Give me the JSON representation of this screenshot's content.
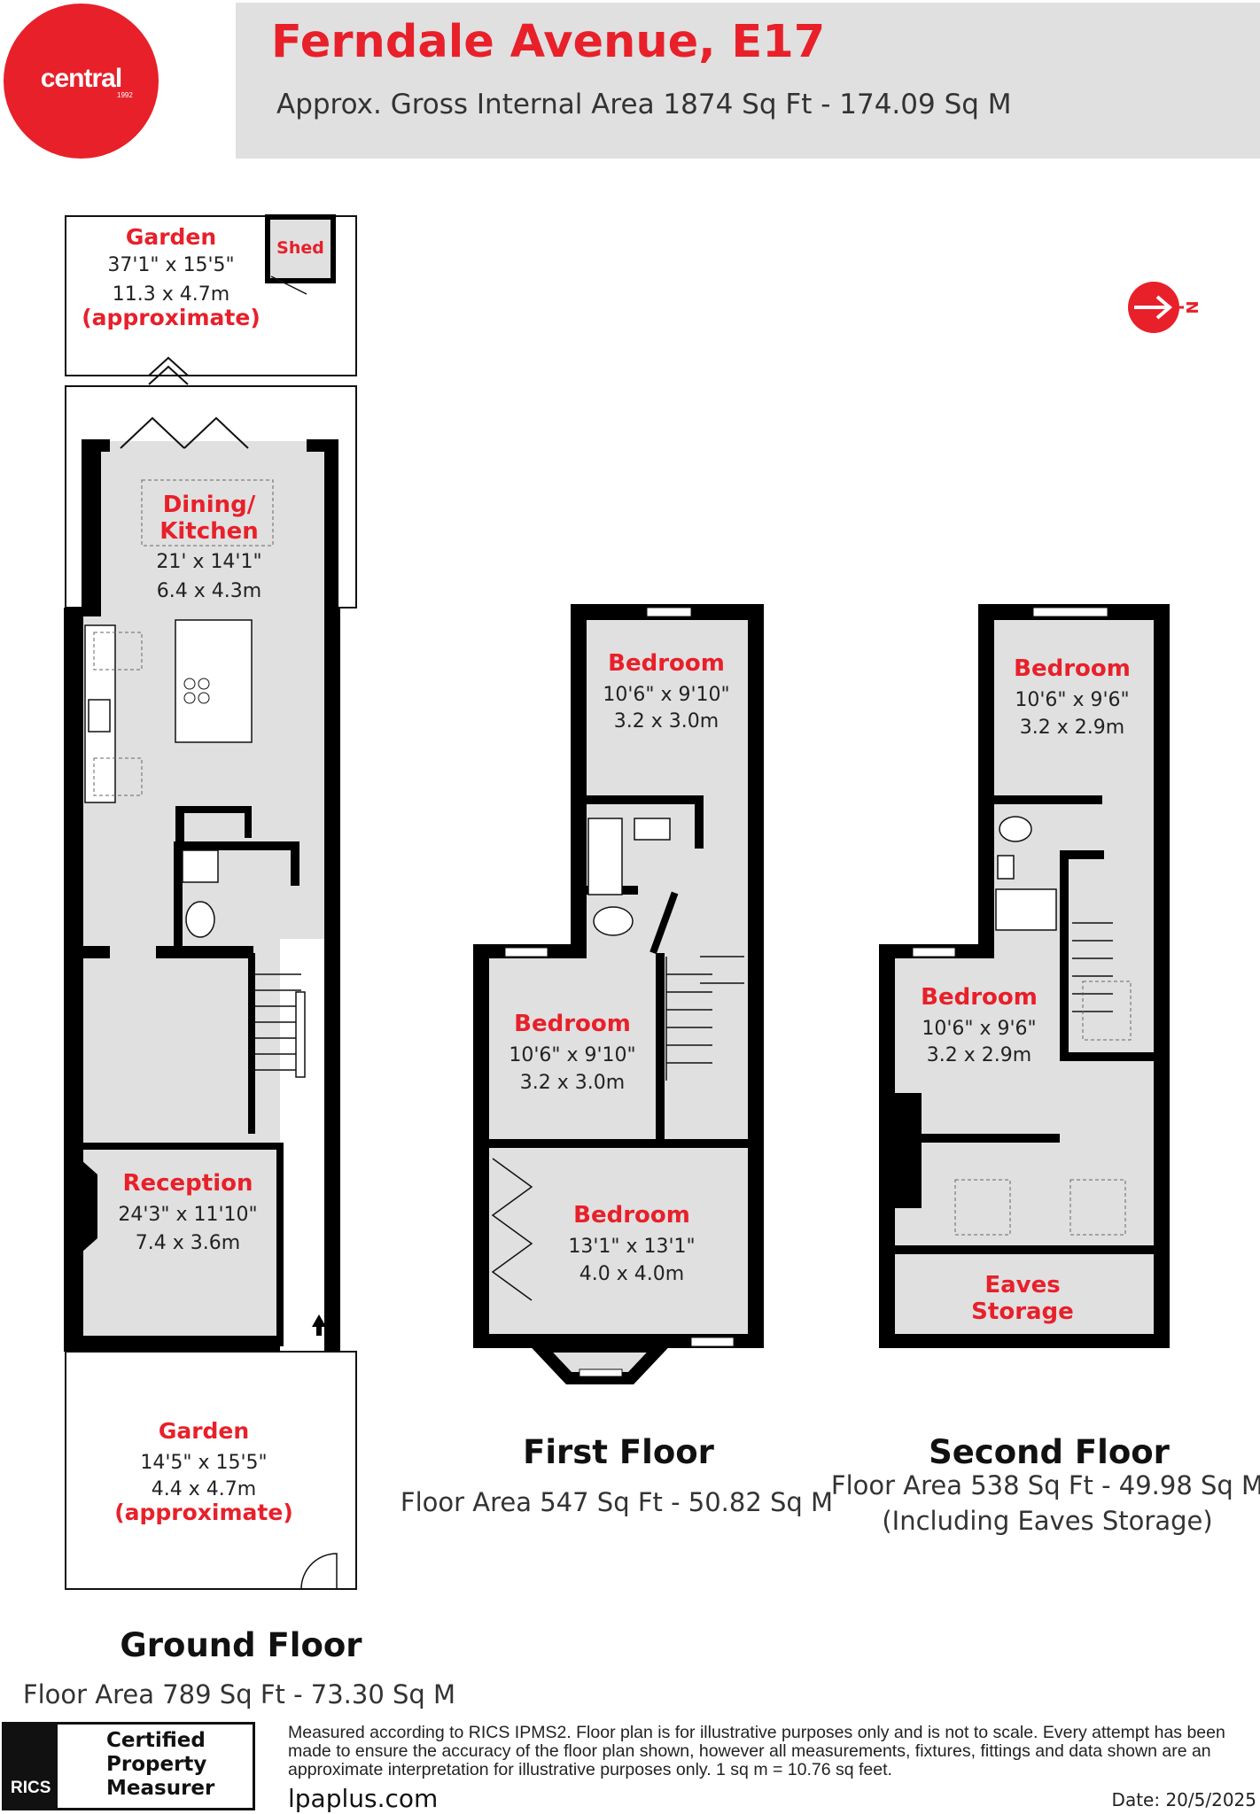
{
  "header": {
    "logo_text": "central",
    "logo_year": "1992",
    "title": "Ferndale Avenue, E17",
    "subtitle": "Approx. Gross Internal Area 1874 Sq Ft - 174.09 Sq M"
  },
  "compass": {
    "label": "N"
  },
  "ground_floor": {
    "title": "Ground Floor",
    "area": "Floor Area 789 Sq Ft - 73.30 Sq M",
    "rear_garden": {
      "name": "Garden",
      "imperial": "37'1\" x 15'5\"",
      "metric": "11.3 x 4.7m",
      "note": "(approximate)"
    },
    "shed": {
      "name": "Shed"
    },
    "dining_kitchen": {
      "name_line1": "Dining/",
      "name_line2": "Kitchen",
      "imperial": "21' x 14'1\"",
      "metric": "6.4 x 4.3m"
    },
    "reception": {
      "name": "Reception",
      "imperial": "24'3\" x 11'10\"",
      "metric": "7.4 x 3.6m"
    },
    "front_garden": {
      "name": "Garden",
      "imperial": "14'5\" x 15'5\"",
      "metric": "4.4 x 4.7m",
      "note": "(approximate)"
    }
  },
  "first_floor": {
    "title": "First Floor",
    "area": "Floor Area 547 Sq Ft - 50.82 Sq M",
    "bedroom_rear": {
      "name": "Bedroom",
      "imperial": "10'6\" x 9'10\"",
      "metric": "3.2 x 3.0m"
    },
    "bedroom_middle": {
      "name": "Bedroom",
      "imperial": "10'6\" x 9'10\"",
      "metric": "3.2 x 3.0m"
    },
    "bedroom_front": {
      "name": "Bedroom",
      "imperial": "13'1\" x 13'1\"",
      "metric": "4.0 x 4.0m"
    }
  },
  "second_floor": {
    "title": "Second Floor",
    "area": "Floor Area 538 Sq Ft - 49.98 Sq M",
    "area_note": "(Including Eaves Storage)",
    "bedroom_rear": {
      "name": "Bedroom",
      "imperial": "10'6\" x 9'6\"",
      "metric": "3.2 x 2.9m"
    },
    "bedroom_front": {
      "name": "Bedroom",
      "imperial": "10'6\" x 9'6\"",
      "metric": "3.2 x 2.9m"
    },
    "eaves": {
      "name_line1": "Eaves",
      "name_line2": "Storage"
    }
  },
  "footer": {
    "rics_word": "RICS",
    "cert_line1": "Certified",
    "cert_line2": "Property",
    "cert_line3": "Measurer",
    "disclaimer": "Measured according to RICS IPMS2. Floor plan is for illustrative purposes only and is not to scale. Every attempt has been made to ensure the accuracy of the floor plan shown, however all measurements, fixtures, fittings and data shown are an approximate interpretation for illustrative purposes only. 1 sq m = 10.76 sq feet.",
    "website": "lpaplus.com",
    "date": "Date: 20/5/2025"
  },
  "colors": {
    "accent": "#e8202a",
    "wall": "#000000",
    "floor": "#e0e0e0"
  }
}
